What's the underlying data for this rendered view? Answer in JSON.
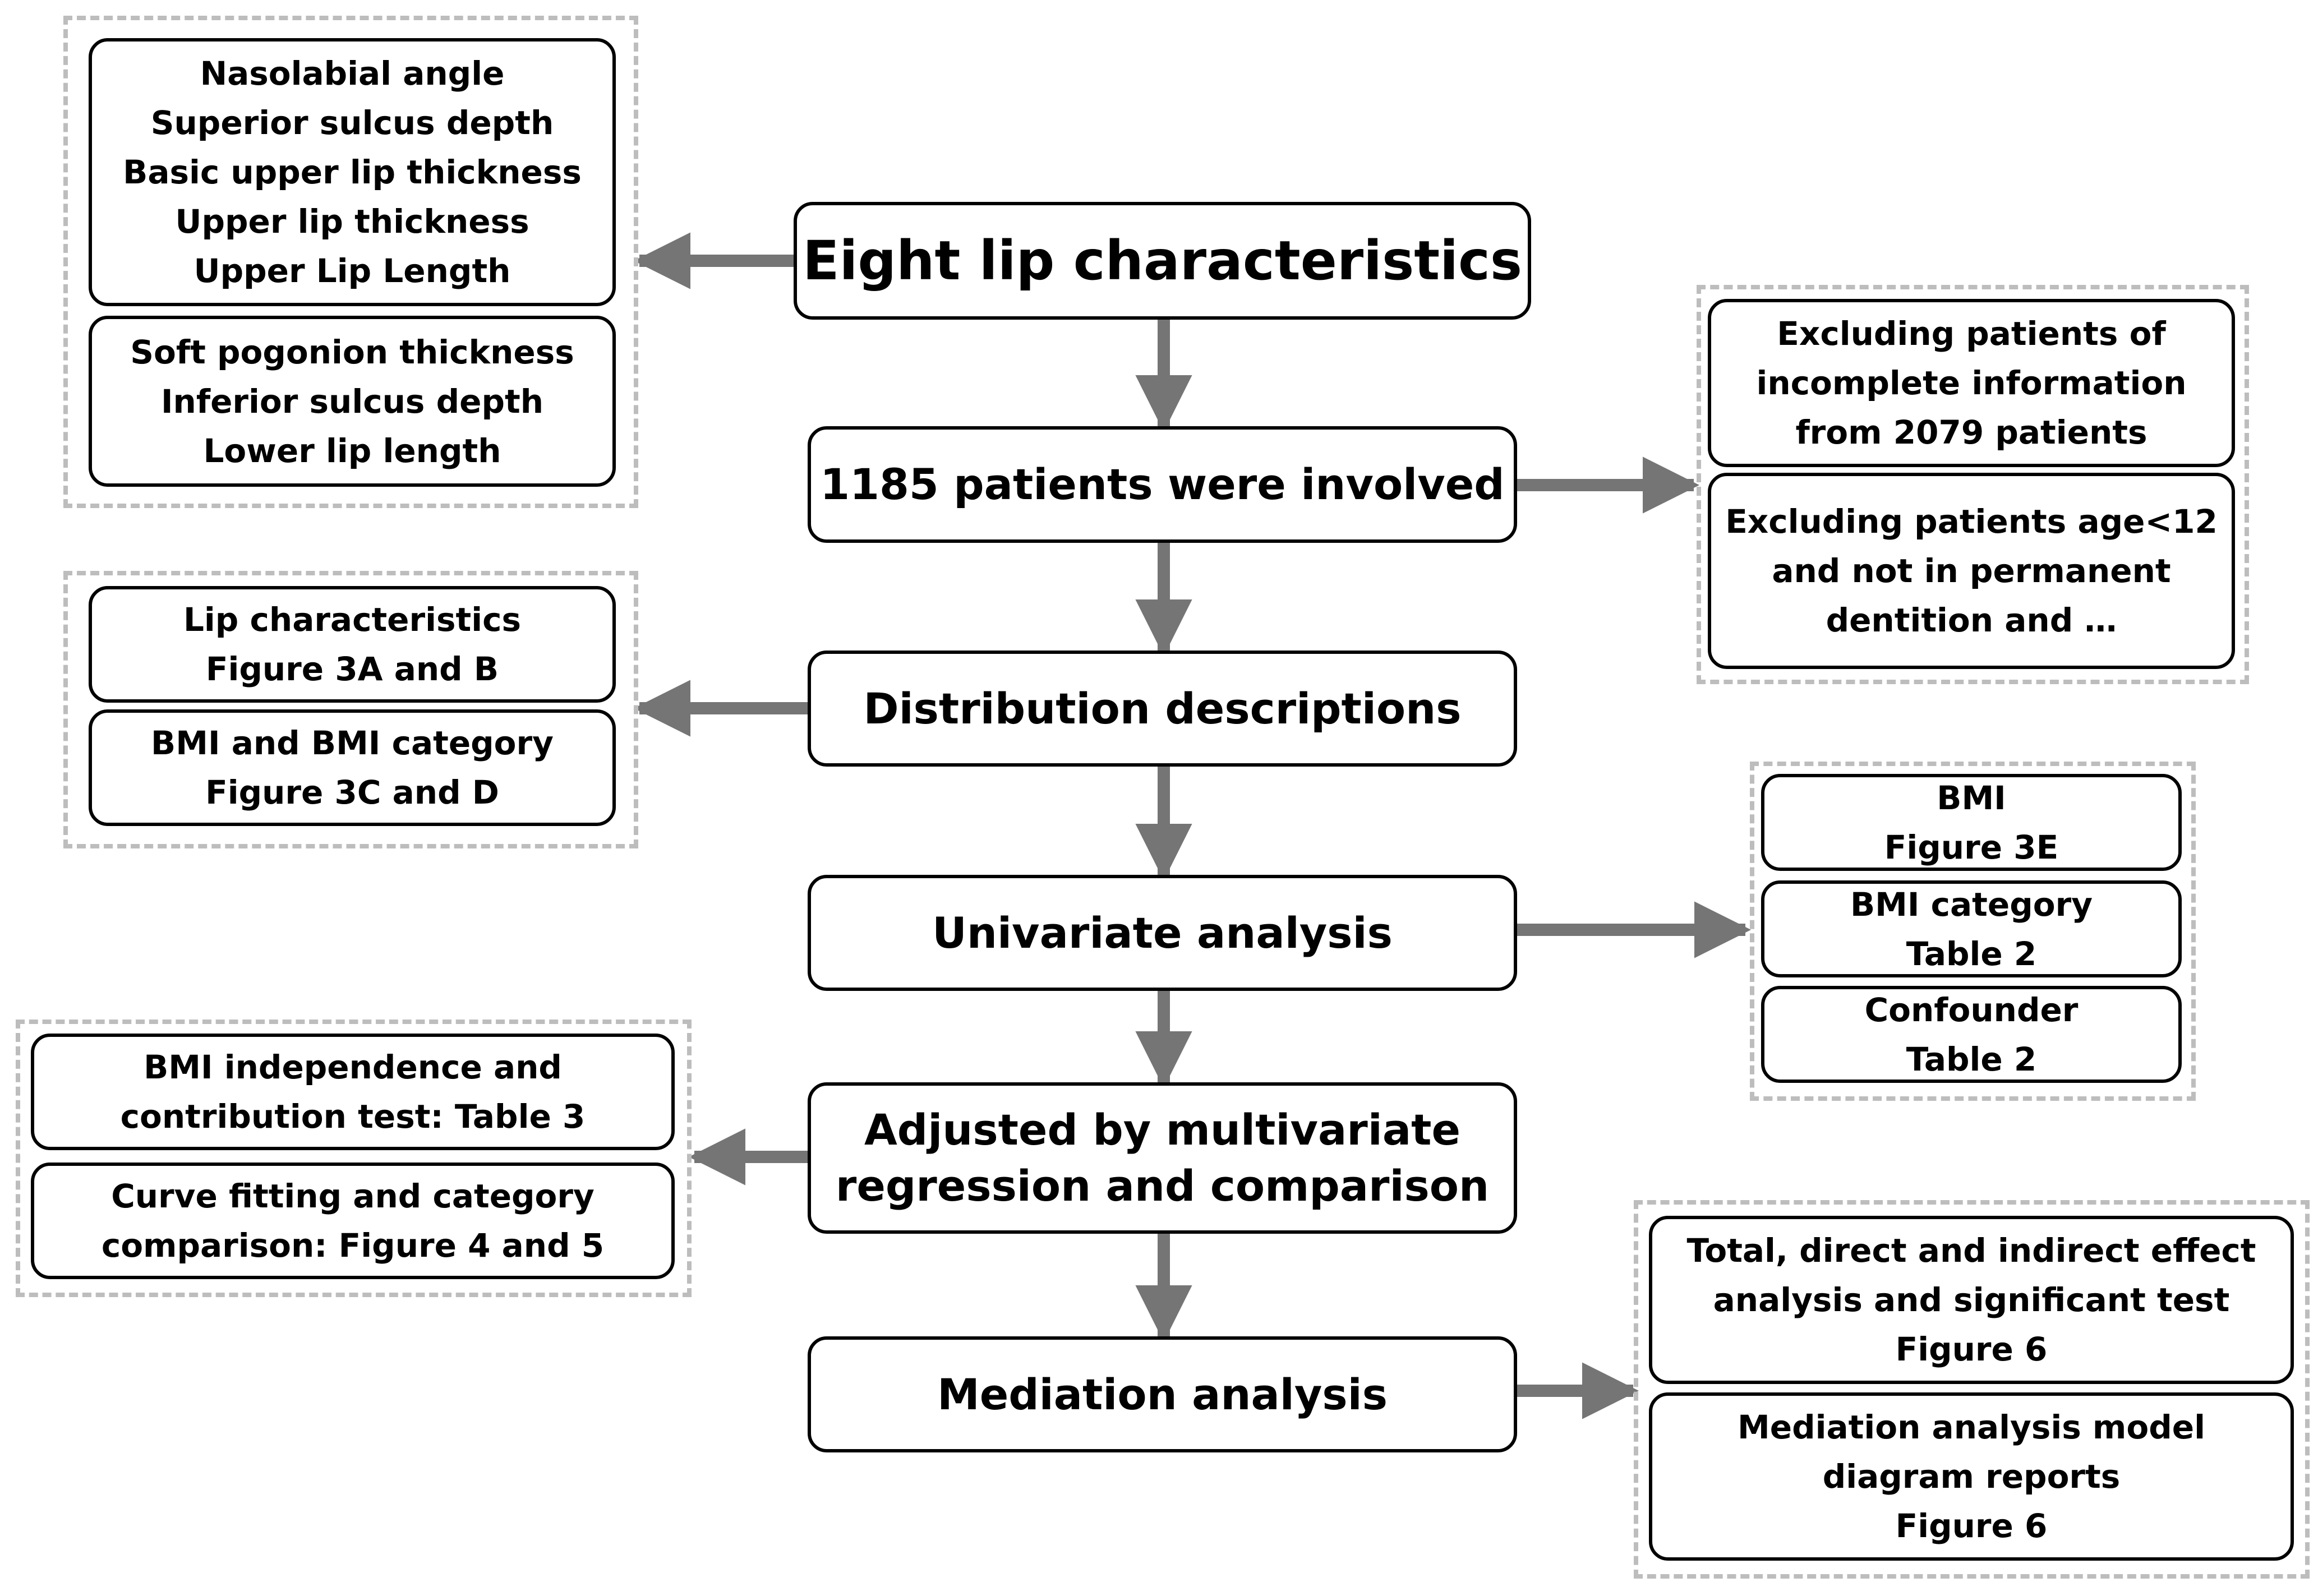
{
  "main_flow": {
    "eight": [
      "Eight lip characteristics"
    ],
    "patients": [
      "1185 patients were involved"
    ],
    "distribution": [
      "Distribution descriptions"
    ],
    "univariate": [
      "Univariate analysis"
    ],
    "adjusted": [
      "Adjusted by multivariate",
      "regression and comparison"
    ],
    "mediation": [
      "Mediation analysis"
    ]
  },
  "lip_group": {
    "upper": [
      "Nasolabial angle",
      "Superior sulcus depth",
      "Basic upper lip thickness",
      "Upper lip thickness",
      "Upper Lip Length"
    ],
    "lower": [
      "Soft pogonion thickness",
      "Inferior sulcus depth",
      "Lower lip length"
    ]
  },
  "exclusion_group": {
    "incomplete": [
      "Excluding patients of",
      "incomplete information",
      "from 2079 patients"
    ],
    "age": [
      "Excluding patients age<12",
      "and not in permanent",
      "dentition and …"
    ]
  },
  "distribution_group": {
    "lip": [
      "Lip characteristics",
      "Figure 3A and B"
    ],
    "bmi": [
      "BMI and BMI category",
      "Figure 3C and D"
    ]
  },
  "univariate_group": {
    "bmi": [
      "BMI",
      "Figure 3E"
    ],
    "category": [
      "BMI category",
      "Table 2"
    ],
    "confounder": [
      "Confounder",
      "Table 2"
    ]
  },
  "multivariate_group": {
    "independence": [
      "BMI independence and",
      "contribution test: Table 3"
    ],
    "curve": [
      "Curve fitting and category",
      "comparison: Figure 4 and 5"
    ]
  },
  "mediation_group": {
    "effects": [
      "Total, direct and indirect effect",
      "analysis and significant test",
      "Figure 6"
    ],
    "model": [
      "Mediation analysis model",
      "diagram reports",
      "Figure 6"
    ]
  },
  "colors": {
    "arrow": "#757575",
    "dashed_border": "#bdbdbd",
    "box_border": "#000000"
  }
}
